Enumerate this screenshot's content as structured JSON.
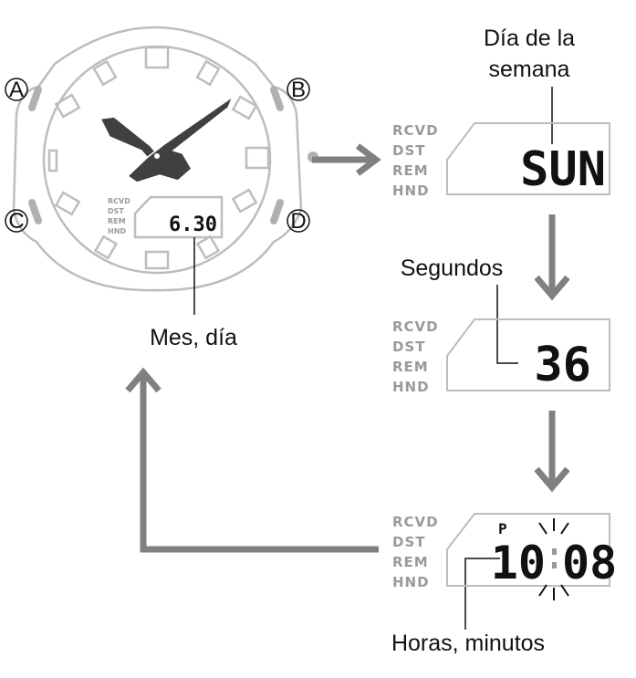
{
  "watch": {
    "buttons": [
      "A",
      "B",
      "C",
      "D"
    ],
    "indicators": [
      "RCVD",
      "DST",
      "REM",
      "HND"
    ],
    "display": "6.30"
  },
  "labels": {
    "month_day": "Mes, día",
    "weekday_line1": "Día de la",
    "weekday_line2": "semana",
    "seconds": "Segundos",
    "hours_minutes": "Horas, minutos"
  },
  "screens": [
    {
      "indicators": [
        "RCVD",
        "DST",
        "REM",
        "HND"
      ],
      "value": "SUN"
    },
    {
      "indicators": [
        "RCVD",
        "DST",
        "REM",
        "HND"
      ],
      "value": "36"
    },
    {
      "indicators": [
        "RCVD",
        "DST",
        "REM",
        "HND"
      ],
      "pm_marker": "P",
      "hours": "10",
      "minutes": "08"
    }
  ],
  "colors": {
    "arrow": "#808080",
    "outline": "#bdbdbd",
    "hands": "#404040"
  }
}
